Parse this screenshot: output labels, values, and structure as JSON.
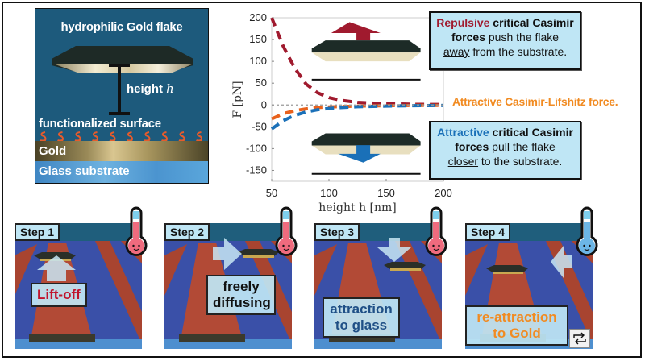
{
  "schematic": {
    "title": "hydrophilic Gold flake",
    "height_label": "height",
    "height_symbol": "h",
    "functionalized_label": "functionalized surface",
    "gold_label": "Gold",
    "glass_label": "Glass substrate"
  },
  "callouts": {
    "repulsive": {
      "colored_word": "Repulsive",
      "bold_rest": " critical Casimir",
      "bold_second": "forces",
      "line2_rest": " push the flake",
      "underlined": "away",
      "line3_rest": " from the substrate."
    },
    "attractive": {
      "colored_word": "Attractive",
      "bold_rest": " critical Casimir",
      "bold_second": "forces",
      "line2_rest": " pull the flake",
      "underlined": "closer",
      "line3_rest": " to the substrate."
    },
    "lifshitz": "Attractive Casimir-Lifshitz force."
  },
  "colors": {
    "repulsive": "#a01a2e",
    "attractive_critical": "#1a70b8",
    "lifshitz": "#e8611c",
    "lifshitz_text": "#f18b22",
    "callout_bg": "#bfe6f5",
    "thermo_hot": "#f06b7e",
    "thermo_cold": "#6cb6e6"
  },
  "chart_data": {
    "type": "line",
    "title": "",
    "xlabel": "height h [nm]",
    "ylabel": "F [pN]",
    "xlim": [
      50,
      200
    ],
    "ylim": [
      -175,
      200
    ],
    "xticks": [
      50,
      100,
      150,
      200
    ],
    "yticks": [
      200,
      150,
      100,
      50,
      0,
      -50,
      -100,
      -150
    ],
    "grid": false,
    "legend": "none",
    "series": [
      {
        "name": "Repulsive critical Casimir",
        "style": "dashed",
        "color": "#a01a2e",
        "x": [
          50,
          60,
          70,
          80,
          90,
          100,
          110,
          125,
          150,
          175,
          200
        ],
        "y": [
          200,
          135,
          85,
          48,
          28,
          17,
          11,
          6,
          3,
          1.5,
          1
        ]
      },
      {
        "name": "Attractive Casimir-Lifshitz",
        "style": "dashed",
        "color": "#e8611c",
        "x": [
          50,
          60,
          70,
          80,
          90,
          100,
          110,
          125,
          150,
          175,
          200
        ],
        "y": [
          -32,
          -20,
          -13,
          -9,
          -6,
          -4.5,
          -3.5,
          -2.5,
          -1.5,
          -1,
          -0.8
        ]
      },
      {
        "name": "Attractive critical Casimir",
        "style": "dashed",
        "color": "#1a70b8",
        "x": [
          50,
          60,
          70,
          80,
          90,
          100,
          110,
          125,
          150,
          175,
          200
        ],
        "y": [
          -55,
          -36,
          -24,
          -16,
          -11,
          -8,
          -6,
          -4,
          -2.5,
          -1.5,
          -1
        ]
      },
      {
        "name": "zero",
        "style": "dotted",
        "color": "#999999",
        "x": [
          50,
          200
        ],
        "y": [
          0,
          0
        ]
      }
    ]
  },
  "steps": [
    {
      "badge": "Step 1",
      "label": "Lift-off",
      "label_color": "#c0142c",
      "thermo": "hot",
      "arrow": "up"
    },
    {
      "badge": "Step 2",
      "label": "freely diffusing",
      "label_color": "#111111",
      "thermo": "hot",
      "arrow": "right"
    },
    {
      "badge": "Step 3",
      "label": "attraction to glass",
      "label_color": "#1f4f86",
      "thermo": "hot",
      "arrow": "down"
    },
    {
      "badge": "Step 4",
      "label": "re-attraction to Gold",
      "label_color": "#f18b22",
      "thermo": "cold",
      "arrow": "left"
    }
  ],
  "loop_icon": "repeat-icon"
}
